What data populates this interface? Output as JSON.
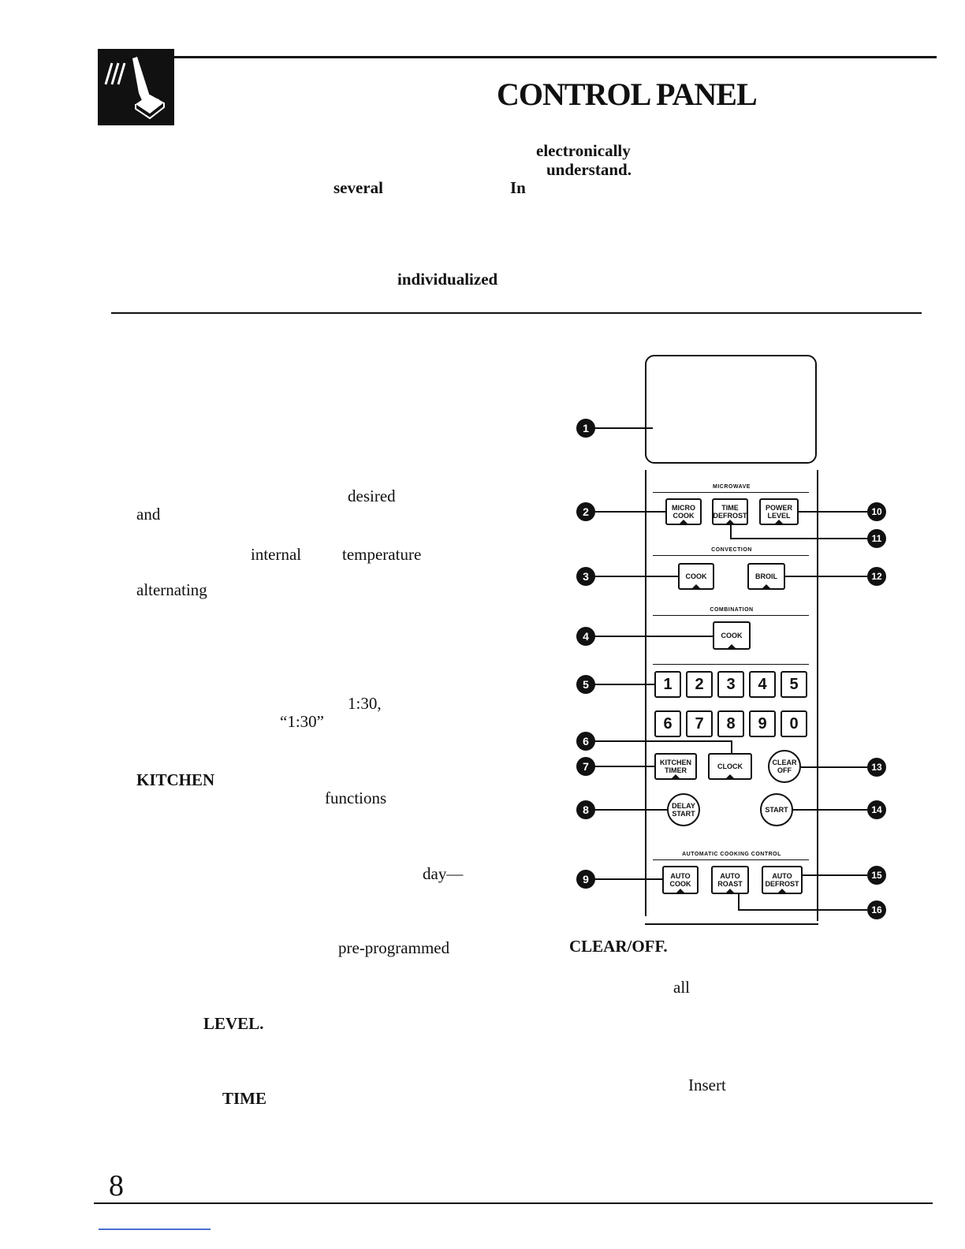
{
  "header": {
    "title": "CONTROL PANEL",
    "logo_icon": "hand-pressing-button-icon"
  },
  "intro_words": {
    "w1": "electronically",
    "w2": "understand.",
    "w3": "several",
    "w4": "In",
    "w5": "individualized"
  },
  "body_words": {
    "desired": "desired",
    "and": "and",
    "internal": "internal",
    "temperature": "temperature",
    "alternating": "alternating",
    "time1": "1:30,",
    "time2": "“1:30”",
    "kitchen": "KITCHEN",
    "functions": "functions",
    "day": "day—",
    "preprogrammed": "pre-programmed",
    "level": "LEVEL.",
    "time": "TIME",
    "clearoff": "CLEAR/OFF.",
    "all": "all",
    "insert": "Insert"
  },
  "panel": {
    "sections": {
      "microwave": "MICROWAVE",
      "convection": "CONVECTION",
      "combination": "COMBINATION",
      "auto": "AUTOMATIC COOKING CONTROL"
    },
    "buttons": {
      "micro_cook": [
        "MICRO",
        "COOK"
      ],
      "time_defrost": [
        "TIME",
        "DEFROST"
      ],
      "power_level": [
        "POWER",
        "LEVEL"
      ],
      "conv_cook": "COOK",
      "broil": "BROIL",
      "combo_cook": "COOK",
      "kitchen_timer": [
        "KITCHEN",
        "TIMER"
      ],
      "clock": "CLOCK",
      "clear_off": [
        "CLEAR",
        "OFF"
      ],
      "delay_start": [
        "DELAY",
        "START"
      ],
      "start": "START",
      "auto_cook": [
        "AUTO",
        "COOK"
      ],
      "auto_roast": [
        "AUTO",
        "ROAST"
      ],
      "auto_defrost": [
        "AUTO",
        "DEFROST"
      ]
    },
    "digits": [
      "1",
      "2",
      "3",
      "4",
      "5",
      "6",
      "7",
      "8",
      "9",
      "0"
    ],
    "callouts": [
      "1",
      "2",
      "3",
      "4",
      "5",
      "6",
      "7",
      "8",
      "9",
      "10",
      "11",
      "12",
      "13",
      "14",
      "15",
      "16"
    ]
  },
  "footer": {
    "page_number": "8"
  }
}
